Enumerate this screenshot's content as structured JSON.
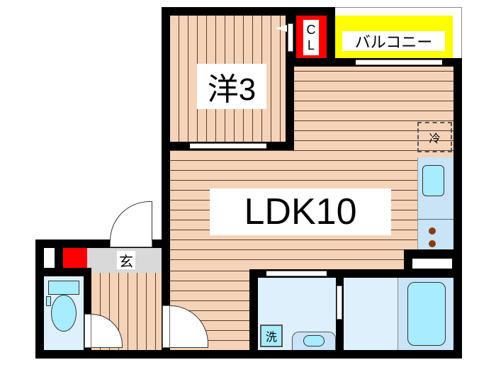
{
  "floorplan": {
    "rooms": {
      "western_room": {
        "label": "洋3"
      },
      "ldk": {
        "label": "LDK10"
      },
      "closet": {
        "label_top": "C",
        "label_bottom": "L"
      },
      "balcony": {
        "label": "バルコニー"
      },
      "entrance": {
        "label": "玄"
      },
      "refrigerator": {
        "label": "冷"
      },
      "washer": {
        "label": "洗"
      }
    },
    "colors": {
      "wall": "#000000",
      "floor": "#f5d3b8",
      "balcony": "#ffff00",
      "closet": "#ff0000",
      "wet_area": "#c9e3f7",
      "fixture": "#a8ecff",
      "entrance_tile": "#d9d9d9",
      "stove_burner": "#8b3a0f"
    }
  }
}
